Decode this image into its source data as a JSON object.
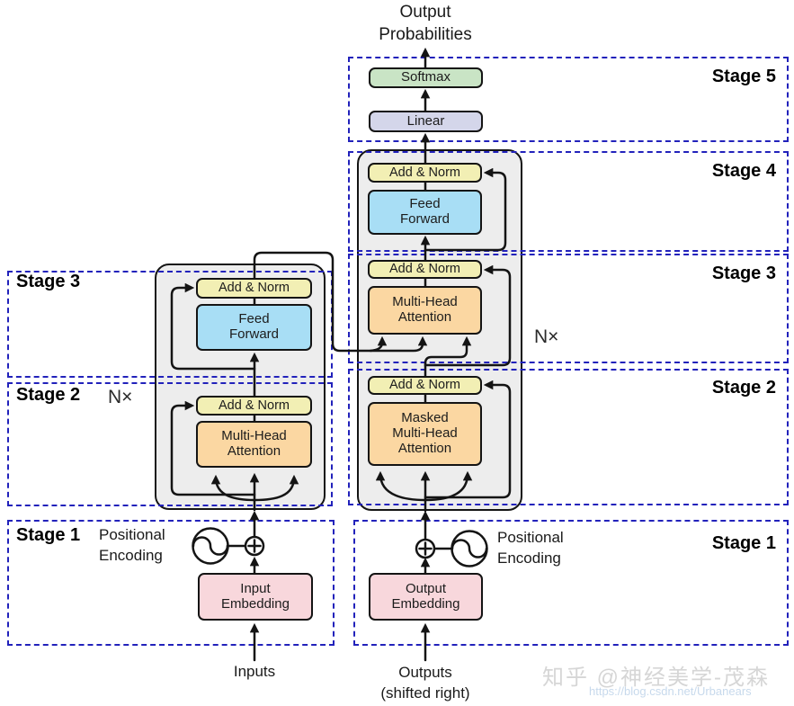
{
  "header": {
    "output": "Output\nProbabilities"
  },
  "output_head": {
    "softmax": "Softmax",
    "linear": "Linear"
  },
  "stages_right": [
    {
      "label": "Stage 5"
    },
    {
      "label": "Stage 4"
    },
    {
      "label": "Stage 3"
    },
    {
      "label": "Stage 2"
    },
    {
      "label": "Stage 1"
    }
  ],
  "stages_left": [
    {
      "label": "Stage 3"
    },
    {
      "label": "Stage 2"
    },
    {
      "label": "Stage 1"
    }
  ],
  "decoder": {
    "add_norm_ff": "Add & Norm",
    "feed_forward": "Feed\nForward",
    "add_norm_cross": "Add & Norm",
    "cross_attention": "Multi-Head\nAttention",
    "add_norm_masked": "Add & Norm",
    "masked_attention": "Masked\nMulti-Head\nAttention",
    "n_times": "N×"
  },
  "encoder": {
    "add_norm_ff": "Add & Norm",
    "feed_forward": "Feed\nForward",
    "add_norm_attn": "Add & Norm",
    "self_attention": "Multi-Head\nAttention",
    "n_times": "N×"
  },
  "inputs_side": {
    "positional": "Positional\nEncoding",
    "embedding": "Input\nEmbedding",
    "label": "Inputs"
  },
  "outputs_side": {
    "positional": "Positional\nEncoding",
    "embedding": "Output\nEmbedding",
    "label": "Outputs\n(shifted right)"
  },
  "watermark": {
    "line1": "知乎 @神经美学-茂森",
    "line2": "https://blog.csdn.net/Urbanears"
  },
  "colors": {
    "stage_border": "#2222bb",
    "softmax_fill": "#c9e4c5",
    "linear_fill": "#d4d6ea",
    "add_norm_fill": "#f2efb4",
    "feed_forward_fill": "#a8def5",
    "attention_fill": "#fbd7a2",
    "embedding_fill": "#f8d7dc",
    "body_fill": "#ededed",
    "line_color": "#141414",
    "watermark_gray": "#d6d6d6",
    "watermark_blue": "#c7d9ec"
  }
}
